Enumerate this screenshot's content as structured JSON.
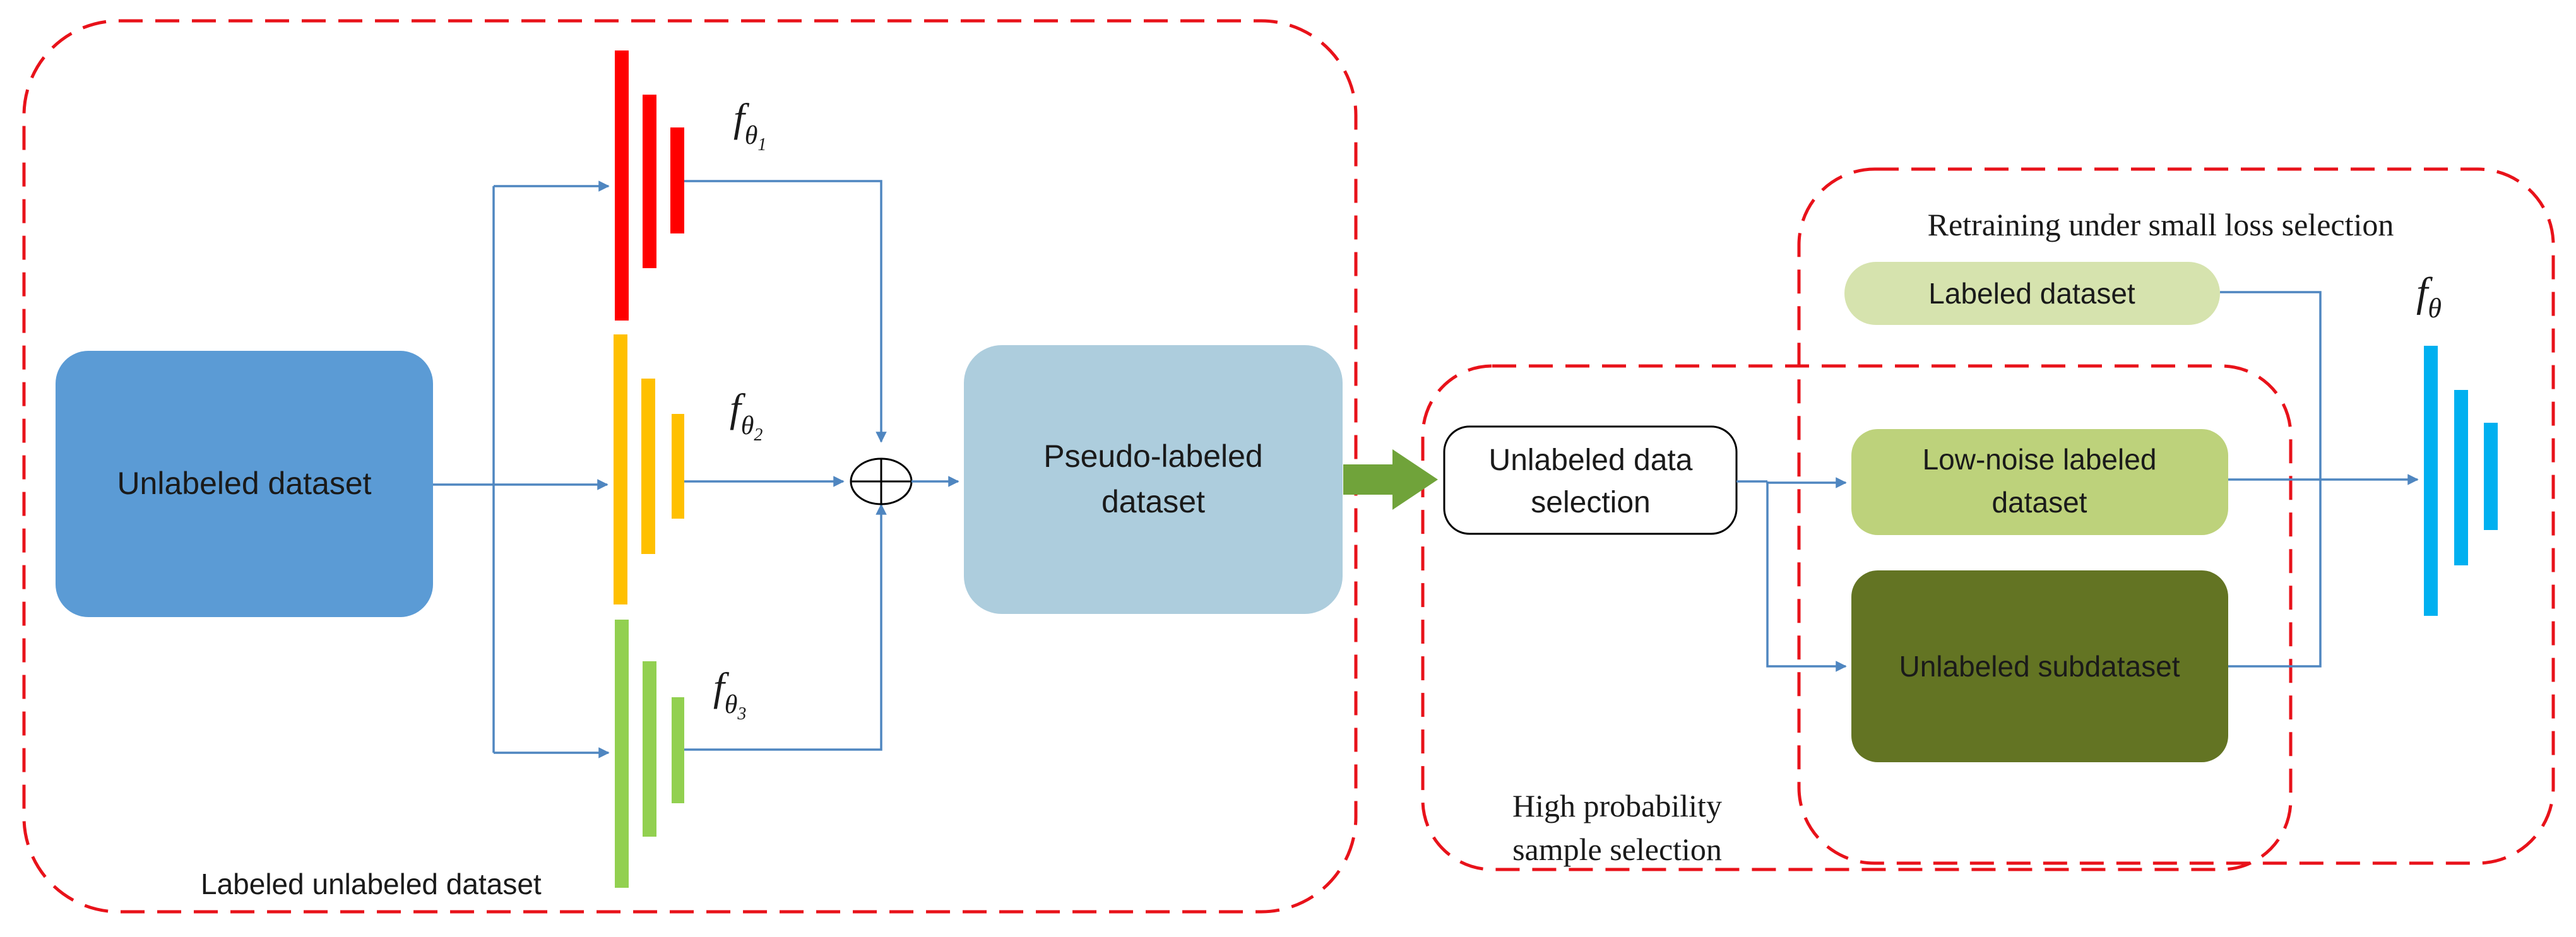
{
  "groups": {
    "labeling": {
      "label": "Labeled unlabeled dataset"
    },
    "selection": {
      "label_line1": "High probability",
      "label_line2": "sample selection"
    },
    "retraining": {
      "label": "Retraining under small loss selection"
    }
  },
  "nodes": {
    "unlabeled_dataset": {
      "label": "Unlabeled dataset",
      "color": "#5b9bd5"
    },
    "pseudo_labeled": {
      "label_line1": "Pseudo-labeled",
      "label_line2": "dataset",
      "color": "#adcddd"
    },
    "unlabeled_data_selection": {
      "label_line1": "Unlabeled data",
      "label_line2": "selection"
    },
    "labeled_dataset": {
      "label": "Labeled dataset",
      "color": "#d6e3ae"
    },
    "low_noise": {
      "label_line1": "Low-noise labeled",
      "label_line2": "dataset",
      "color": "#bdd27b"
    },
    "unlabeled_subdataset": {
      "label": "Unlabeled subdataset",
      "color": "#637423"
    }
  },
  "models": {
    "m1": {
      "symbol": "f",
      "subscript": "θ",
      "index": "1",
      "color": "#ff0000"
    },
    "m2": {
      "symbol": "f",
      "subscript": "θ",
      "index": "2",
      "color": "#ffc000"
    },
    "m3": {
      "symbol": "f",
      "subscript": "θ",
      "index": "3",
      "color": "#92d050"
    },
    "final": {
      "symbol": "f",
      "subscript": "θ",
      "color": "#00b0f0"
    }
  },
  "colors": {
    "region_border": "#e8121a",
    "edge": "#4f86c0",
    "flow_arrow": "#70a33a"
  }
}
